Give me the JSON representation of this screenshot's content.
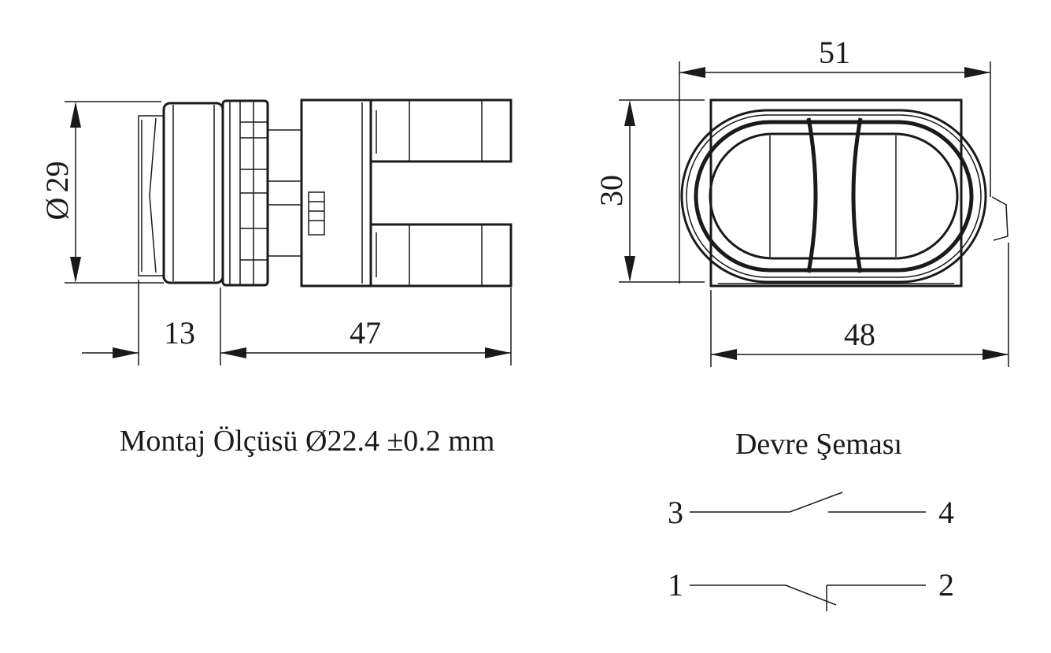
{
  "dimensions": {
    "diameter_symbol": "Ø",
    "diameter_value": "29",
    "front_depth": "13",
    "body_length": "47",
    "top_width": "51",
    "height": "30",
    "bottom_width": "48"
  },
  "mounting_caption": "Montaj Ölçüsü Ø22.4 ±0.2 mm",
  "circuit": {
    "title": "Devre Şeması",
    "contacts": [
      {
        "left": "3",
        "right": "4",
        "type": "NO"
      },
      {
        "left": "1",
        "right": "2",
        "type": "NC"
      }
    ]
  }
}
